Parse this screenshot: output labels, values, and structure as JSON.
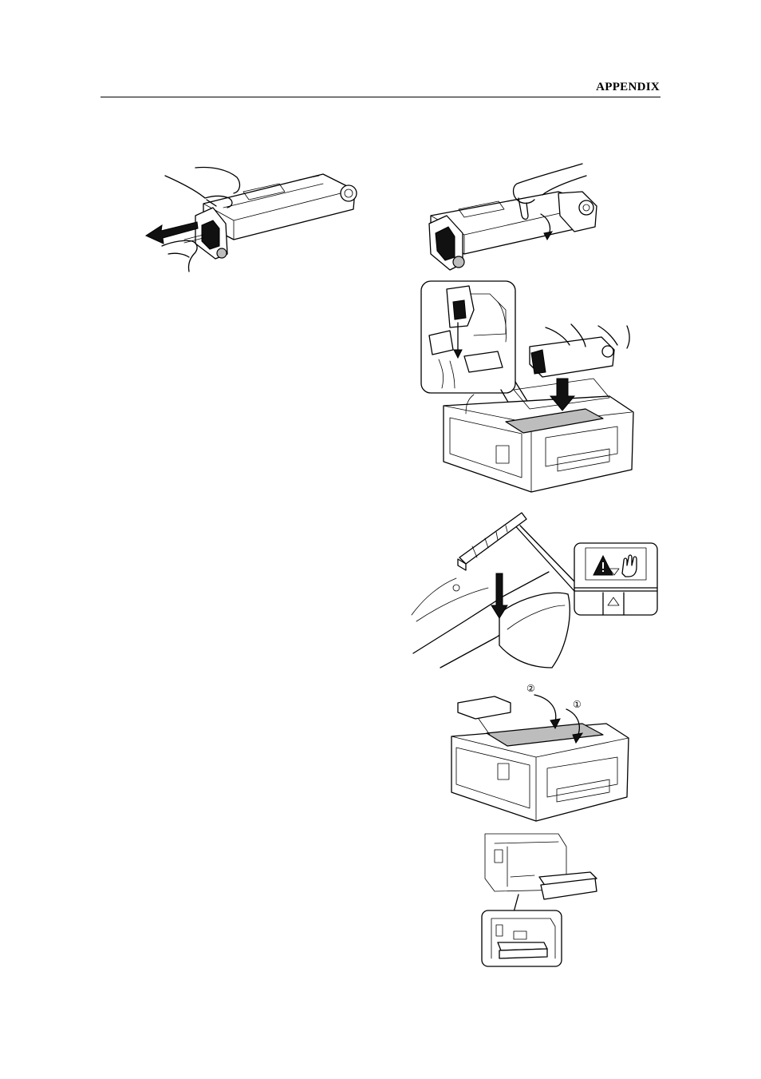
{
  "header": {
    "section_title": "APPENDIX"
  },
  "figures": {
    "pull_seal": {
      "icon": "toner-cartridge-remove-seal"
    },
    "shake_cartridge": {
      "icon": "toner-cartridge-rotate"
    },
    "insert_cartridge": {
      "icon": "insert-cartridge-into-printer"
    },
    "install_charger": {
      "icon": "install-charger-cleaner",
      "label_icons": [
        "warning-triangle-icon",
        "hand-icon",
        "down-triangle-icon",
        "up-triangle-icon"
      ]
    },
    "close_covers": {
      "icon": "close-covers",
      "step_markers": [
        "②",
        "①"
      ]
    },
    "output_tray": {
      "icon": "attach-output-tray"
    }
  }
}
